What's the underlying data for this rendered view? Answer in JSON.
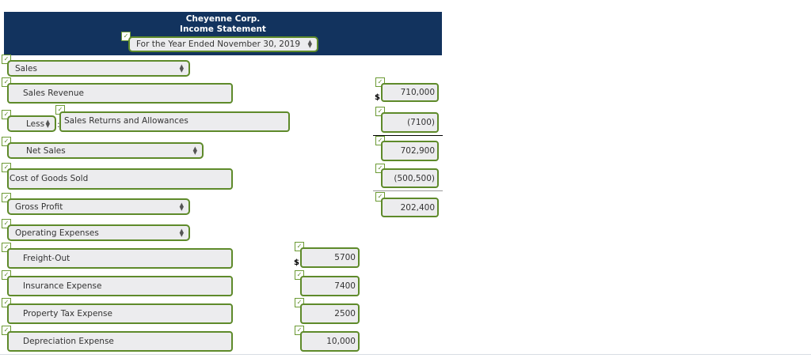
{
  "header": {
    "company": "Cheyenne Corp.",
    "statement": "Income Statement",
    "period": "For the Year Ended November 30, 2019"
  },
  "rows": {
    "sales": "Sales",
    "sales_revenue": {
      "label": "Sales Revenue",
      "amount": "710,000"
    },
    "less": "Less",
    "colon": ":",
    "returns": {
      "label": "Sales Returns and Allowances",
      "amount": "(7100)"
    },
    "net_sales": {
      "label": "Net Sales",
      "amount": "702,900"
    },
    "cogs": {
      "label": "Cost of Goods Sold",
      "amount": "(500,500)"
    },
    "gross_profit": {
      "label": "Gross Profit",
      "amount": "202,400"
    },
    "operating_expenses": "Operating Expenses",
    "freight": {
      "label": "Freight-Out",
      "amount": "5700"
    },
    "insurance": {
      "label": "Insurance Expense",
      "amount": "7400"
    },
    "property_tax": {
      "label": "Property Tax Expense",
      "amount": "2500"
    },
    "depreciation": {
      "label": "Depreciation Expense",
      "amount": "10,000"
    }
  },
  "currency_symbol": "$",
  "check_glyph": "✓",
  "colors": {
    "header": "#12335e",
    "field_border": "#5e8a2a",
    "field_bg": "#ececee"
  }
}
